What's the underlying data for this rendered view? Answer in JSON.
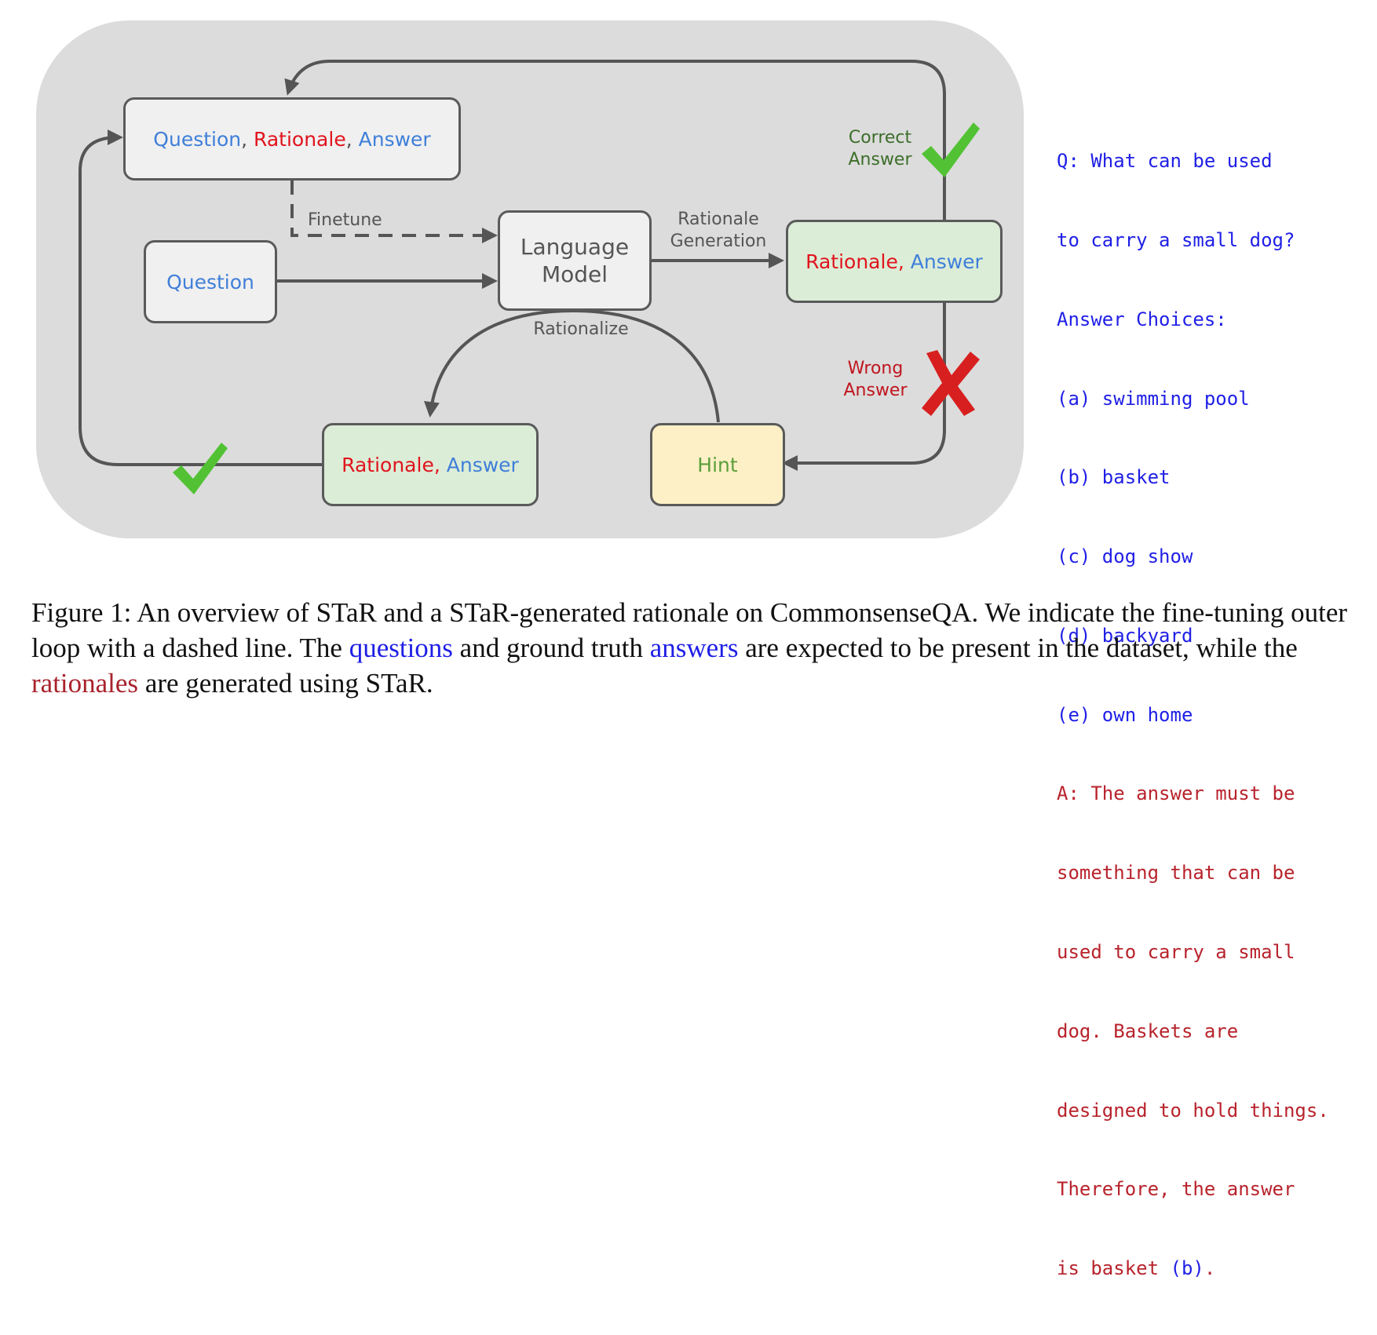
{
  "diagram": {
    "boxes": {
      "top": {
        "question": "Question",
        "sep1": ", ",
        "rationale": "Rationale",
        "sep2": ", ",
        "answer": "Answer"
      },
      "question": {
        "label": "Question"
      },
      "language_model": {
        "line1": "Language",
        "line2": "Model"
      },
      "generated": {
        "rationale": "Rationale",
        "sep": ", ",
        "answer": "Answer"
      },
      "rationalized": {
        "rationale": "Rationale",
        "sep": ", ",
        "answer": "Answer"
      },
      "hint": {
        "label": "Hint"
      }
    },
    "edge_labels": {
      "finetune": "Finetune",
      "rationale_generation_1": "Rationale",
      "rationale_generation_2": "Generation",
      "rationalize": "Rationalize",
      "correct_1": "Correct",
      "correct_2": "Answer",
      "wrong_1": "Wrong",
      "wrong_2": "Answer"
    },
    "icons": [
      "check-icon",
      "check-icon",
      "cross-icon"
    ],
    "colors": {
      "panel": "#dcdcdc",
      "question_answer_text": "#3f7fd9",
      "rationale_text": "#e1141e",
      "hint_text": "#5a9e3a",
      "check": "#52c234",
      "cross": "#d81f1f"
    }
  },
  "example": {
    "question_lines": [
      "Q: What can be used",
      "to carry a small dog?",
      "Answer Choices:",
      "(a) swimming pool",
      "(b) basket",
      "(c) dog show",
      "(d) backyard",
      "(e) own home"
    ],
    "answer_lines": [
      "A: The answer must be",
      "something that can be",
      "used to carry a small",
      "dog. Baskets are",
      "designed to hold things.",
      "Therefore, the answer"
    ],
    "final_prefix": "is basket ",
    "final_choice": "(b)",
    "final_suffix": "."
  },
  "caption": {
    "part1": "Figure 1: An overview of STaR and a STaR-generated rationale on CommonsenseQA. We indicate the fine-tuning outer loop with a dashed line. The ",
    "questions": "questions",
    "part2": " and ground truth ",
    "answers": "answers",
    "part3": " are expected to be present in the dataset, while the ",
    "rationales": "rationales",
    "part4": " are generated using STaR."
  }
}
